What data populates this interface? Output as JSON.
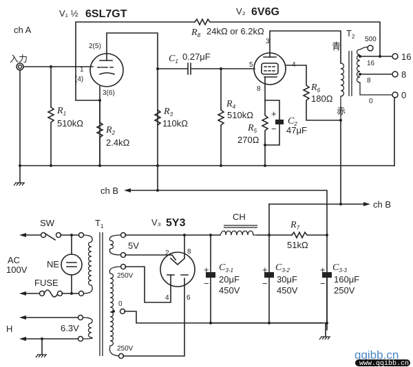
{
  "diagram": {
    "type": "vacuum tube amplifier schematic",
    "channel_label": "ch A",
    "input_label": "入力",
    "tubes": {
      "v1": {
        "ref": "V₁ ½",
        "model": "6SL7GT",
        "pins": {
          "plate": "2(5)",
          "grid": "1",
          "grid_alt": "(4)",
          "cathode": "3(6)"
        }
      },
      "v2": {
        "ref": "V₂",
        "model": "6V6G",
        "pins": {
          "plate": "3",
          "grid": "5",
          "screen": "4",
          "cathode": "8"
        }
      },
      "v3": {
        "ref": "V₃",
        "model": "5Y3",
        "pins": {
          "p2": "2",
          "p8": "8",
          "p4": "4",
          "p6": "6"
        }
      }
    },
    "resistors": [
      {
        "ref": "R1",
        "ref_main": "R",
        "ref_sub": "1",
        "value": "510kΩ"
      },
      {
        "ref": "R2",
        "ref_main": "R",
        "ref_sub": "2",
        "value": "2.4kΩ"
      },
      {
        "ref": "R3",
        "ref_main": "R",
        "ref_sub": "3",
        "value": "110kΩ"
      },
      {
        "ref": "R4",
        "ref_main": "R",
        "ref_sub": "4",
        "value": "510kΩ"
      },
      {
        "ref": "R5",
        "ref_main": "R",
        "ref_sub": "5",
        "value": "270Ω"
      },
      {
        "ref": "R6",
        "ref_main": "R",
        "ref_sub": "6",
        "value": "180Ω"
      },
      {
        "ref": "R7",
        "ref_main": "R",
        "ref_sub": "7",
        "value": "51kΩ"
      },
      {
        "ref": "R8",
        "ref_main": "R",
        "ref_sub": "8",
        "value": "24kΩ or 6.2kΩ"
      }
    ],
    "capacitors": [
      {
        "ref": "C1",
        "ref_main": "C",
        "ref_sub": "1",
        "value": "0.27μF"
      },
      {
        "ref": "C2",
        "ref_main": "C",
        "ref_sub": "2",
        "value": "47μF"
      },
      {
        "ref": "C3-1",
        "ref_main": "C",
        "ref_sub": "3-1",
        "value": "20μF",
        "voltage": "450V"
      },
      {
        "ref": "C3-2",
        "ref_main": "C",
        "ref_sub": "3-2",
        "value": "30μF",
        "voltage": "450V"
      },
      {
        "ref": "C3-3",
        "ref_main": "C",
        "ref_sub": "3-3",
        "value": "160μF",
        "voltage": "250V"
      }
    ],
    "output_transformer": {
      "ref_main": "T",
      "ref_sub": "2",
      "primary_top": "青",
      "primary_bottom": "赤",
      "taps": [
        "500",
        "16",
        "8",
        "0"
      ],
      "outputs": [
        "16",
        "8",
        "0"
      ]
    },
    "power_transformer": {
      "ref_main": "T",
      "ref_sub": "1",
      "secondary_5v": "5V",
      "secondary_hv_top": "250V",
      "secondary_ct": "0",
      "secondary_hv_bottom": "250V",
      "heater": "6.3V"
    },
    "choke": "CH",
    "switch": "SW",
    "neon": "NE",
    "fuse": "FUSE",
    "ac_label_1": "AC",
    "ac_label_2": "100V",
    "heater_label": "H",
    "ch_b_left": "ch B",
    "ch_b_right": "ch B",
    "plus": "+",
    "minus": "−"
  },
  "watermark": {
    "main": "qqibb.cn",
    "url": "www.qqibb.cn"
  }
}
